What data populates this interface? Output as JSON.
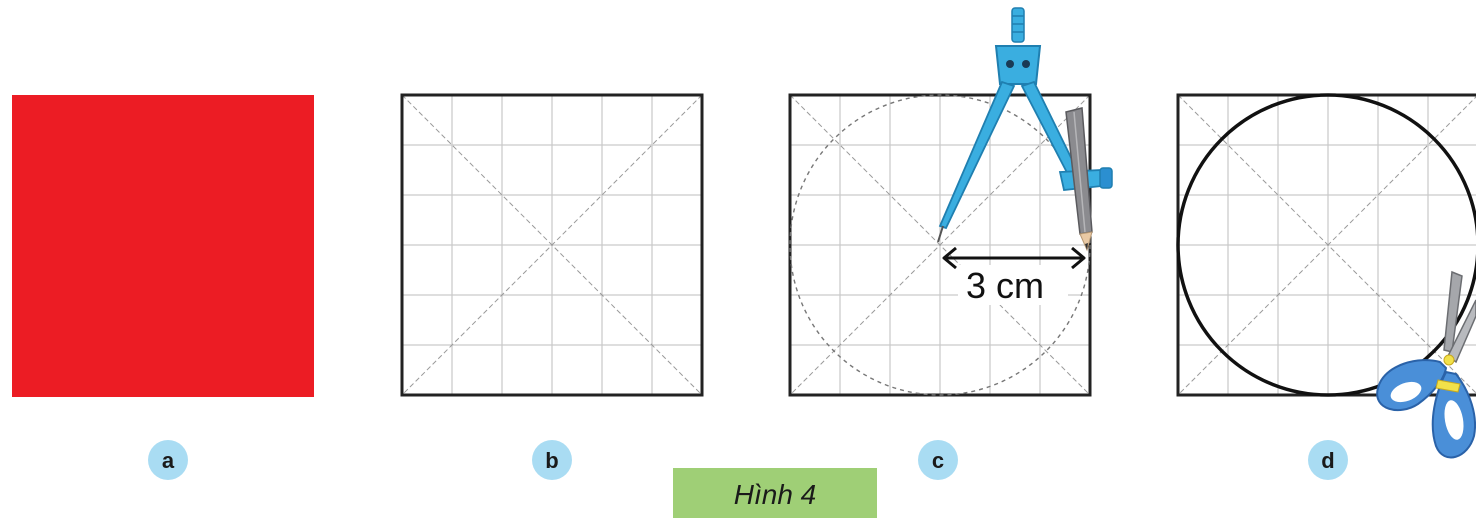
{
  "figure": {
    "caption": "Hình 4",
    "panels": [
      {
        "label": "a"
      },
      {
        "label": "b"
      },
      {
        "label": "c",
        "measure_text": "3 cm"
      },
      {
        "label": "d"
      }
    ]
  },
  "colors": {
    "red_square": "#ec1c24",
    "label_badge": "#a9dcf3",
    "caption_bg": "#9fcf76",
    "tool_blue": "#3aaee0",
    "scissors_handle": "#4a8fd8",
    "scissors_blade": "#a5a7ab",
    "grid_line": "#c9c9c9",
    "frame_line": "#222222"
  },
  "icons": {
    "compass": "compass-icon",
    "pencil": "pencil-icon",
    "scissors": "scissors-icon"
  }
}
